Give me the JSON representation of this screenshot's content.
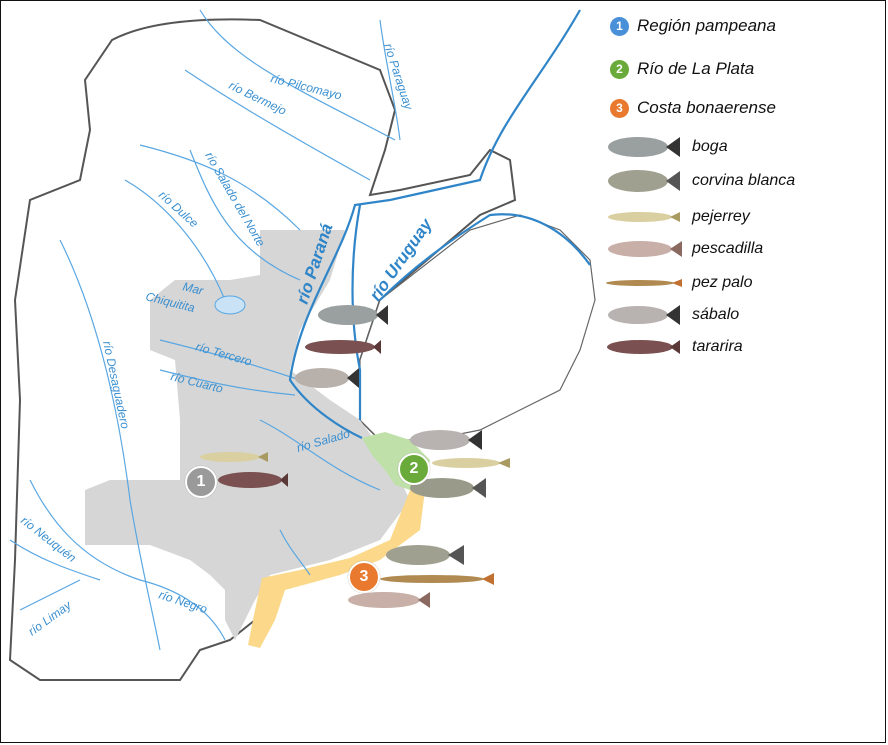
{
  "colors": {
    "region_pampeana": "#4a90d9",
    "rio_plata": "#6aaa3a",
    "costa_bonaerense": "#e8792e",
    "map_region_1": "#9a9a9a",
    "river": "#4a9fe0",
    "land_gray": "#d6d6d6",
    "plata_fill": "#bfe0a8",
    "costa_fill": "#fbd88a"
  },
  "legend": {
    "regions": [
      {
        "number": "1",
        "label": "Región pampeana",
        "color": "#4a90d9"
      },
      {
        "number": "2",
        "label": "Río de La Plata",
        "color": "#6aaa3a"
      },
      {
        "number": "3",
        "label": "Costa bonaerense",
        "color": "#e8792e"
      }
    ],
    "fish": [
      {
        "label": "boga",
        "icon": "boga-fish-icon"
      },
      {
        "label": "corvina blanca",
        "icon": "corvina-fish-icon"
      },
      {
        "label": "pejerrey",
        "icon": "pejerrey-fish-icon"
      },
      {
        "label": "pescadilla",
        "icon": "pescadilla-fish-icon"
      },
      {
        "label": "pez palo",
        "icon": "pez-palo-fish-icon"
      },
      {
        "label": "sábalo",
        "icon": "sabalo-fish-icon"
      },
      {
        "label": "tararira",
        "icon": "tararira-fish-icon"
      }
    ]
  },
  "rivers": {
    "pilcomayo": "río Pilcomayo",
    "paraguay": "río Paraguay",
    "bermejo": "río Bermejo",
    "salado_norte": "río Salado del Norte",
    "dulce": "río Dulce",
    "mar_chiquitita_1": "Mar",
    "mar_chiquitita_2": "Chiquitita",
    "tercero": "río Tercero",
    "cuarto": "río Cuarto",
    "desaguadero": "río Desaguadero",
    "salado": "río Salado",
    "neuquen": "río Neuquén",
    "limay": "río Limay",
    "negro": "río Negro",
    "parana": "río Paraná",
    "uruguay": "río Uruguay"
  },
  "map_markers": [
    {
      "number": "1"
    },
    {
      "number": "2"
    },
    {
      "number": "3"
    }
  ]
}
